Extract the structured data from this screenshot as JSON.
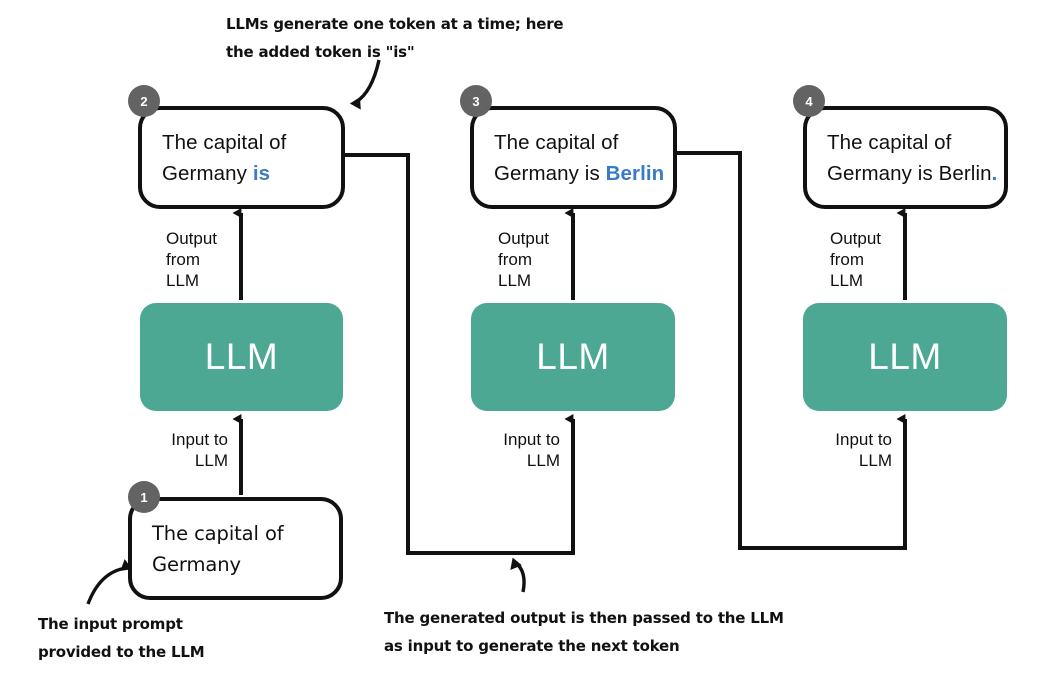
{
  "diagram": {
    "title_annotations": {
      "top": "LLMs generate one token at a time; here\nthe added token is \"is\"",
      "bottom_left": "The input prompt\nprovided to the LLM",
      "bottom_center": "The generated output is then passed to the LLM\nas input to generate the next token"
    },
    "colors": {
      "llm_fill": "#4da893",
      "badge_fill": "#636363",
      "token_blue": "#3a7cc4",
      "stroke": "#111111",
      "background": "#ffffff"
    },
    "steps": [
      {
        "badge": "1",
        "role": "input-prompt",
        "text_plain": "The capital of Germany",
        "line1": "The capital of",
        "line2": "Germany",
        "highlight_token": ""
      },
      {
        "badge": "2",
        "role": "output",
        "text_plain": "The capital of Germany is",
        "line1": "The capital of",
        "line2_prefix": "Germany ",
        "highlight_token": "is"
      },
      {
        "badge": "3",
        "role": "output",
        "text_plain": "The capital of Germany is Berlin",
        "line1": "The capital of",
        "line2_prefix": "Germany is ",
        "highlight_token": "Berlin"
      },
      {
        "badge": "4",
        "role": "output",
        "text_plain": "The capital of Germany is Berlin.",
        "line1": "The capital of",
        "line2_prefix": "Germany is Berlin",
        "highlight_token": "."
      }
    ],
    "llm_blocks": [
      {
        "label": "LLM"
      },
      {
        "label": "LLM"
      },
      {
        "label": "LLM"
      }
    ],
    "edge_labels": {
      "output": "Output\nfrom LLM",
      "input": "Input to\nLLM"
    },
    "columns": [
      {
        "index": 1,
        "output_label": "Output\nfrom LLM",
        "input_label": "Input to\nLLM"
      },
      {
        "index": 2,
        "output_label": "Output\nfrom LLM",
        "input_label": "Input to\nLLM"
      },
      {
        "index": 3,
        "output_label": "Output\nfrom LLM",
        "input_label": "Input to\nLLM"
      }
    ]
  }
}
